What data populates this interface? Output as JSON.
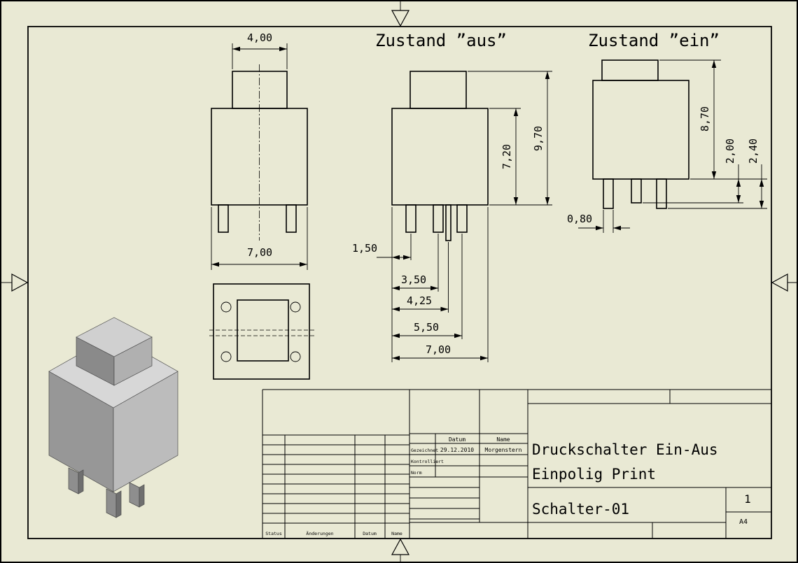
{
  "sheet": {
    "background_color": "#e9e9d4",
    "line_color": "#000000"
  },
  "headings": {
    "state_off": "Zustand ”aus”",
    "state_on": "Zustand ”ein”"
  },
  "dims": {
    "front_button_width": "4,00",
    "front_body_width": "7,00",
    "off_pin1_offset": "1,50",
    "off_pin2_offset": "3,50",
    "off_pin3_offset": "4,25",
    "off_pin4_offset": "5,50",
    "off_total_width": "7,00",
    "off_body_height": "7,20",
    "off_total_height": "9,70",
    "on_total_height": "8,70",
    "on_pin_short_length": "2,00",
    "on_pin_long_length": "2,40",
    "on_pin_width": "0,80"
  },
  "title_block": {
    "datum_header": "Datum",
    "name_header": "Name",
    "drawn_label": "Gezeichnet",
    "drawn_date": "29.12.2010",
    "drawn_name": "Morgenstern",
    "checked_label": "Kontrolliert",
    "norm_label": "Norm",
    "title_line1": "Druckschalter Ein-Aus",
    "title_line2": "Einpolig Print",
    "drawing_number": "Schalter-01",
    "sheet_number": "1",
    "paper_format": "A4",
    "footer_status": "Status",
    "footer_changes": "Änderungen",
    "footer_date": "Datum",
    "footer_name": "Name"
  }
}
